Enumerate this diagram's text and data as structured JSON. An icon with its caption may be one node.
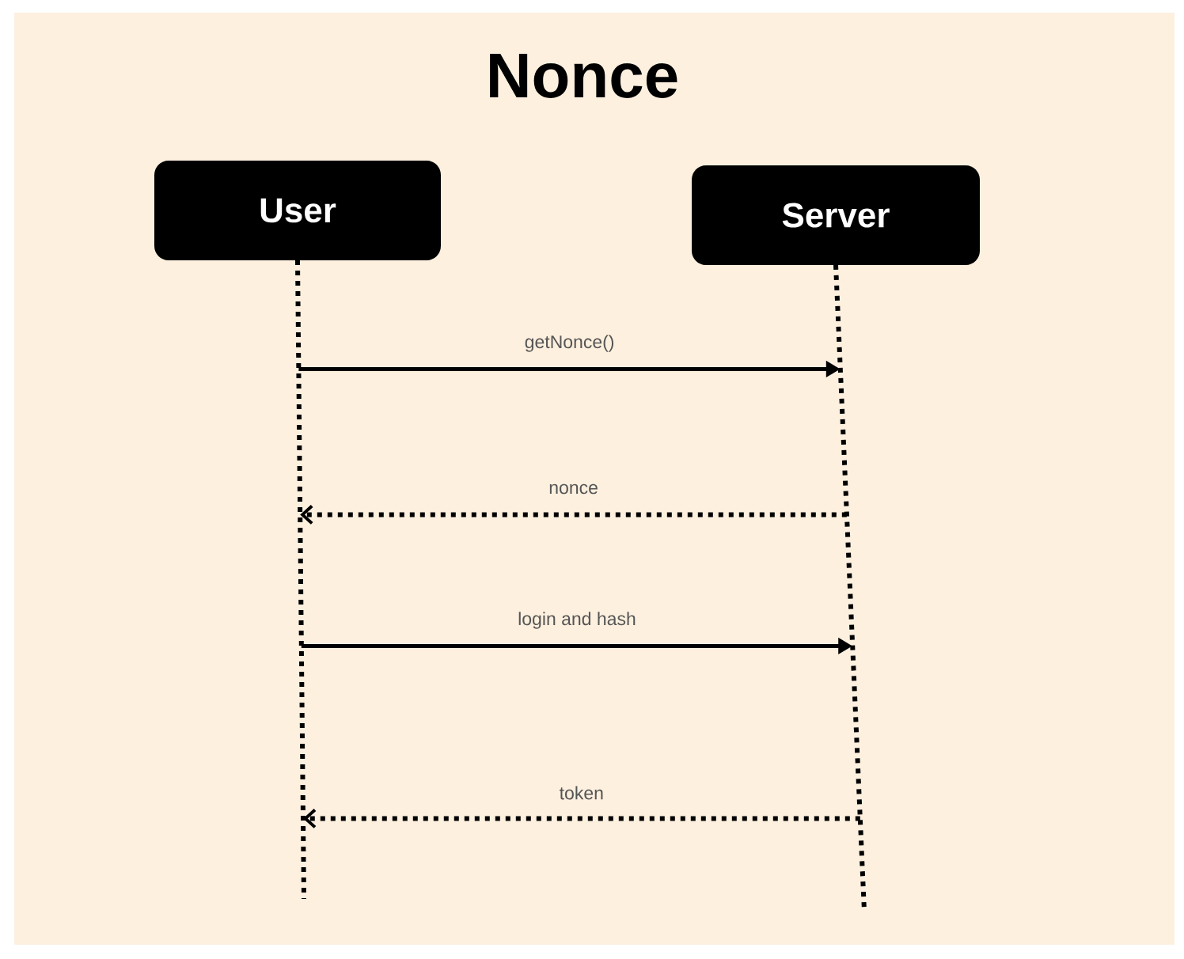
{
  "diagram": {
    "title": "Nonce",
    "nodes": [
      {
        "text": [
          "User"
        ]
      },
      {
        "text": [
          "Server"
        ]
      }
    ],
    "edges": [
      {
        "from": 0,
        "to": 1,
        "arrow": "to",
        "label": "getNonce()"
      },
      {
        "from": 1,
        "to": 0,
        "arrow": "to",
        "label": "nonce",
        "style": "dashed"
      },
      {
        "from": 0,
        "to": 1,
        "arrow": "to",
        "label": "login and hash"
      },
      {
        "from": 1,
        "to": 0,
        "arrow": "to",
        "label": "token",
        "style": "dashed"
      }
    ]
  }
}
